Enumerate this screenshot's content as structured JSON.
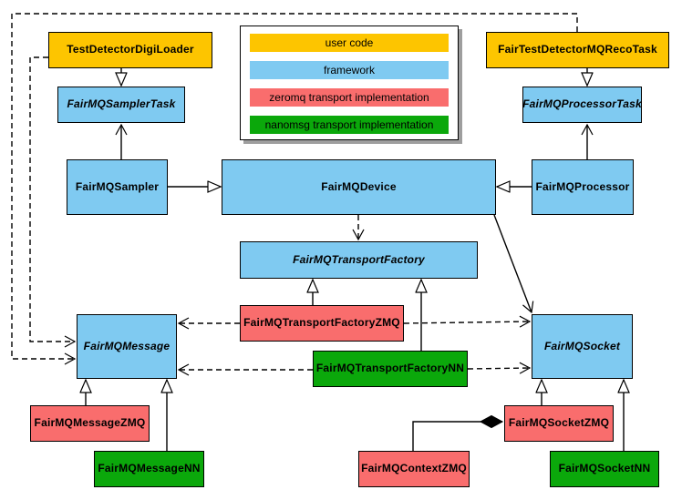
{
  "diagram": {
    "legend": {
      "items": [
        {
          "label": "user code",
          "color": "#FDC500"
        },
        {
          "label": "framework",
          "color": "#7FCAF1"
        },
        {
          "label": "zeromq transport implementation",
          "color": "#F96D6D"
        },
        {
          "label": "nanomsg transport implementation",
          "color": "#0BA80B"
        }
      ]
    },
    "nodes": {
      "digi_loader": {
        "label": "TestDetectorDigiLoader",
        "category": "user code"
      },
      "sampler_task": {
        "label": "FairMQSamplerTask",
        "category": "framework",
        "abstract": true
      },
      "reco_task": {
        "label": "FairTestDetectorMQRecoTask",
        "category": "user code"
      },
      "processor_task": {
        "label": "FairMQProcessorTask",
        "category": "framework",
        "abstract": true
      },
      "sampler": {
        "label": "FairMQSampler",
        "category": "framework"
      },
      "device": {
        "label": "FairMQDevice",
        "category": "framework"
      },
      "processor": {
        "label": "FairMQProcessor",
        "category": "framework"
      },
      "transport_factory": {
        "label": "FairMQTransportFactory",
        "category": "framework",
        "abstract": true
      },
      "transport_factory_zmq": {
        "label": "FairMQTransportFactoryZMQ",
        "category": "zeromq"
      },
      "transport_factory_nn": {
        "label": "FairMQTransportFactoryNN",
        "category": "nanomsg"
      },
      "message": {
        "label": "FairMQMessage",
        "category": "framework",
        "abstract": true
      },
      "socket": {
        "label": "FairMQSocket",
        "category": "framework",
        "abstract": true
      },
      "message_zmq": {
        "label": "FairMQMessageZMQ",
        "category": "zeromq"
      },
      "message_nn": {
        "label": "FairMQMessageNN",
        "category": "nanomsg"
      },
      "socket_zmq": {
        "label": "FairMQSocketZMQ",
        "category": "zeromq"
      },
      "socket_nn": {
        "label": "FairMQSocketNN",
        "category": "nanomsg"
      },
      "context_zmq": {
        "label": "FairMQContextZMQ",
        "category": "zeromq"
      }
    }
  }
}
